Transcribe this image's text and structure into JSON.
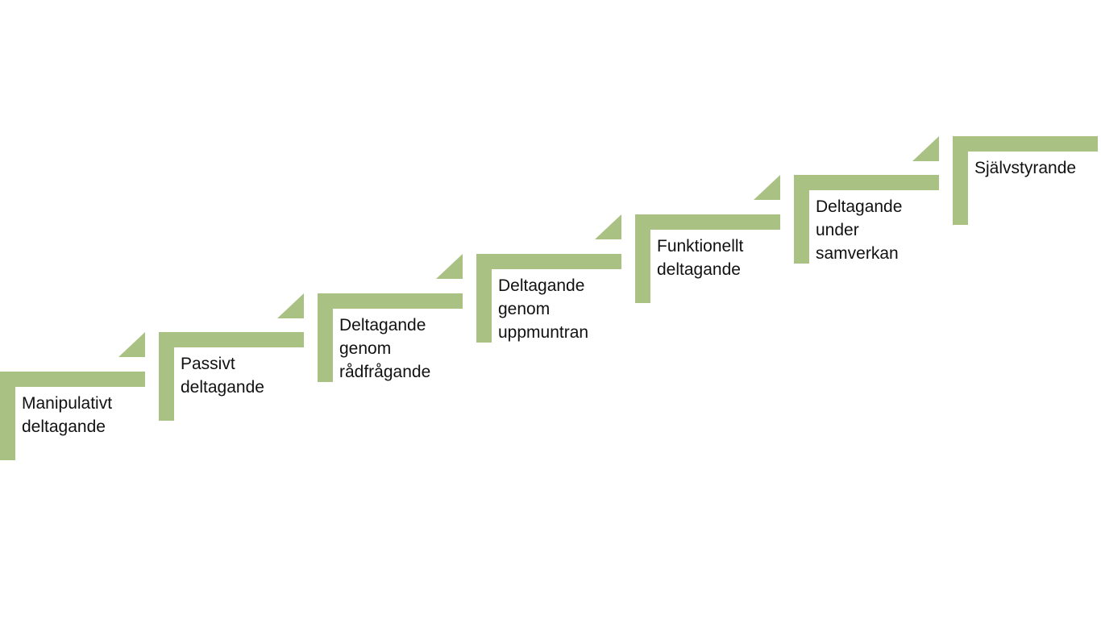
{
  "diagram": {
    "accent_color": "#a9c283",
    "text_color": "#111111",
    "background_color": "#ffffff",
    "steps": [
      {
        "label": "Manipulativt\ndeltagande"
      },
      {
        "label": "Passivt\ndeltagande"
      },
      {
        "label": "Deltagande\ngenom\nrådfrågande"
      },
      {
        "label": "Deltagande\ngenom\nuppmuntran"
      },
      {
        "label": "Funktionellt\ndeltagande"
      },
      {
        "label": "Deltagande\nunder\nsamverkan"
      },
      {
        "label": "Självstyrande"
      }
    ]
  }
}
